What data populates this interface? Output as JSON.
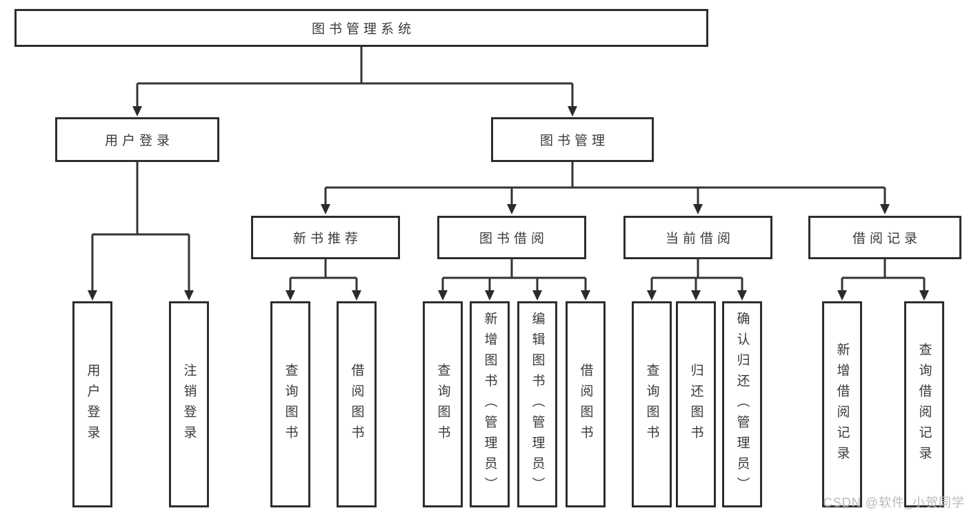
{
  "tree": {
    "root": {
      "label": "图书管理系统"
    },
    "branches": [
      {
        "label": "用户登录",
        "children": [
          {
            "label": "用户登录"
          },
          {
            "label": "注销登录"
          }
        ]
      },
      {
        "label": "图书管理",
        "children": [
          {
            "label": "新书推荐",
            "children": [
              {
                "label": "查询图书"
              },
              {
                "label": "借阅图书"
              }
            ]
          },
          {
            "label": "图书借阅",
            "children": [
              {
                "label": "查询图书"
              },
              {
                "label": "新增图书（管理员）"
              },
              {
                "label": "编辑图书（管理员）"
              },
              {
                "label": "借阅图书"
              }
            ]
          },
          {
            "label": "当前借阅",
            "children": [
              {
                "label": "查询图书"
              },
              {
                "label": "归还图书"
              },
              {
                "label": "确认归还（管理员）"
              }
            ]
          },
          {
            "label": "借阅记录",
            "children": [
              {
                "label": "新增借阅记录"
              },
              {
                "label": "查询借阅记录"
              }
            ]
          }
        ]
      }
    ]
  },
  "watermark": "CSDN @软件_小贺同学",
  "colors": {
    "line": "#333333",
    "arrow": "#2b2b2b",
    "border": "#2d2d2d",
    "text": "#3a3a3a",
    "watermark_text": "#b9b9b9",
    "background": "#ffffff"
  }
}
